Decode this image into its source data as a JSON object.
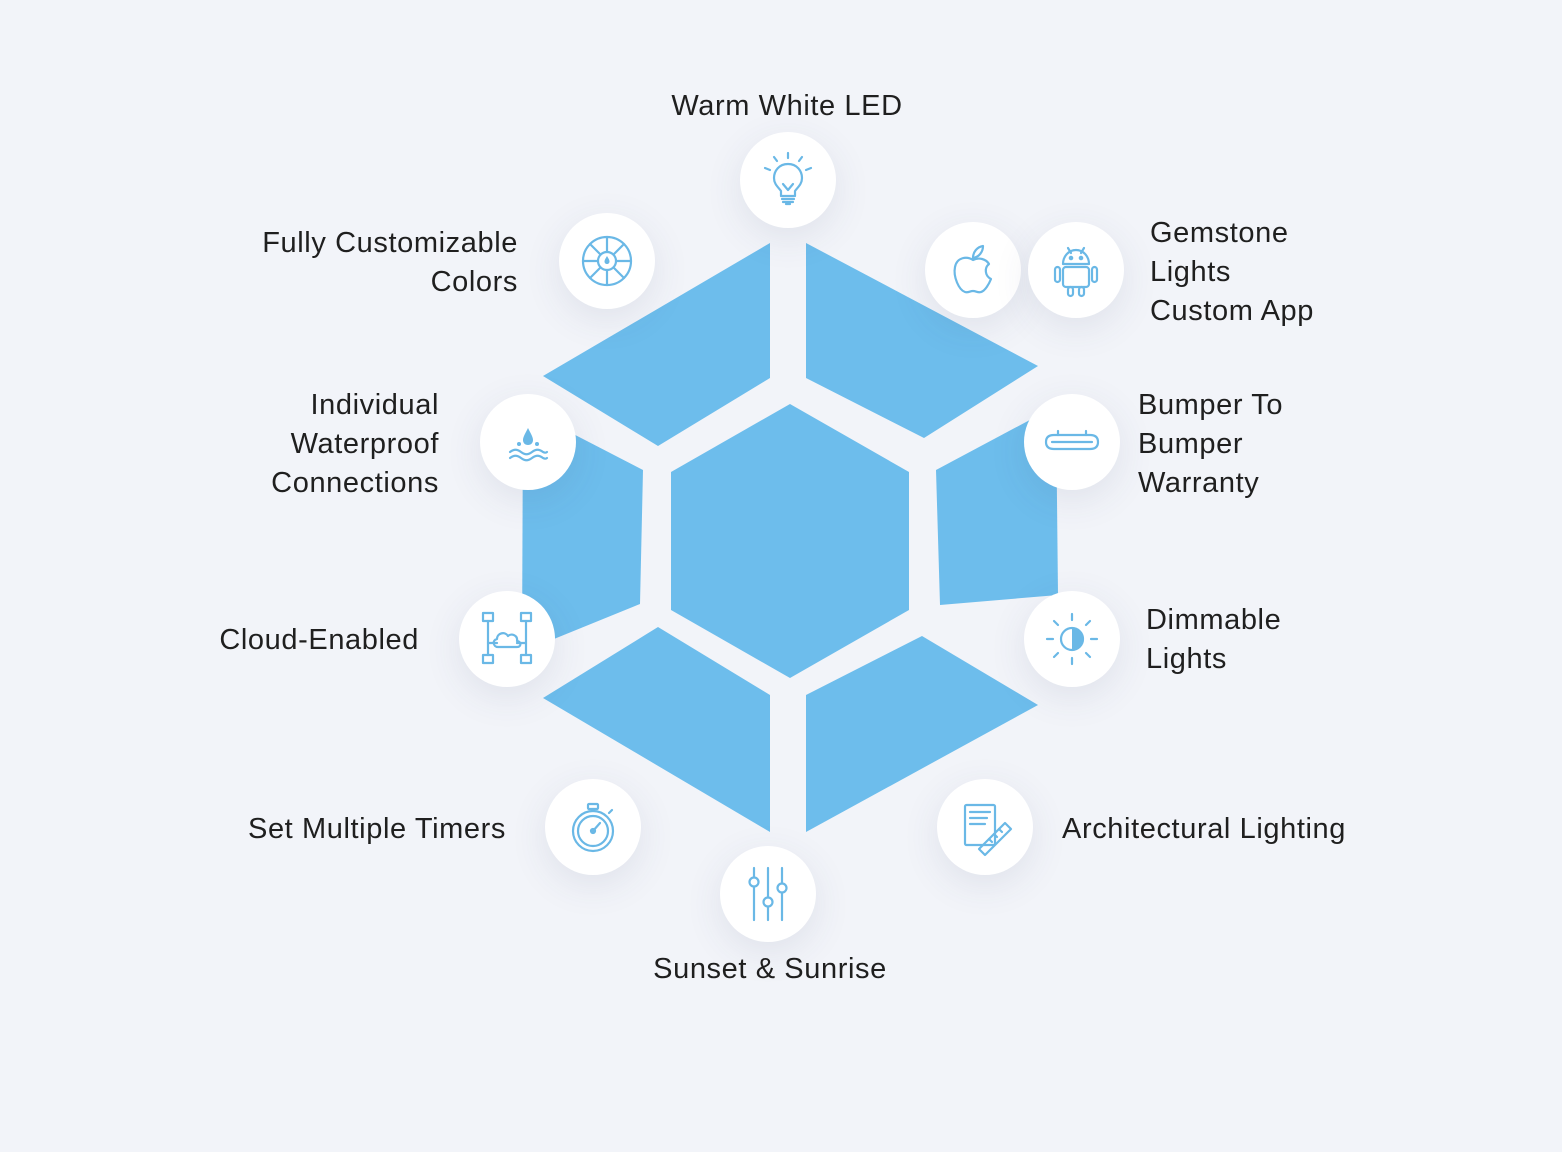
{
  "colors": {
    "background": "#f2f4f9",
    "panel": "#6dbdec",
    "icon": "#6ab8e6",
    "text": "#1f1f1f"
  },
  "features": [
    {
      "id": "warm-white-led",
      "label": "Warm White LED",
      "icon": "lightbulb-icon"
    },
    {
      "id": "custom-app",
      "label": "Gemstone\nLights\nCustom App",
      "icons": [
        "apple-icon",
        "android-icon"
      ]
    },
    {
      "id": "warranty",
      "label": "Bumper To\nBumper\nWarranty",
      "icon": "bumper-icon"
    },
    {
      "id": "dimmable",
      "label": "Dimmable\nLights",
      "icon": "brightness-icon"
    },
    {
      "id": "architectural",
      "label": "Architectural Lighting",
      "icon": "blueprint-ruler-icon"
    },
    {
      "id": "sunset-sunrise",
      "label": "Sunset & Sunrise",
      "icon": "sliders-icon"
    },
    {
      "id": "timers",
      "label": "Set Multiple Timers",
      "icon": "stopwatch-icon"
    },
    {
      "id": "cloud",
      "label": "Cloud-Enabled",
      "icon": "cloud-network-icon"
    },
    {
      "id": "waterproof",
      "label": "Individual\nWaterproof\nConnections",
      "icon": "water-drop-icon"
    },
    {
      "id": "colors",
      "label": "Fully Customizable\nColors",
      "icon": "color-wheel-icon"
    }
  ]
}
